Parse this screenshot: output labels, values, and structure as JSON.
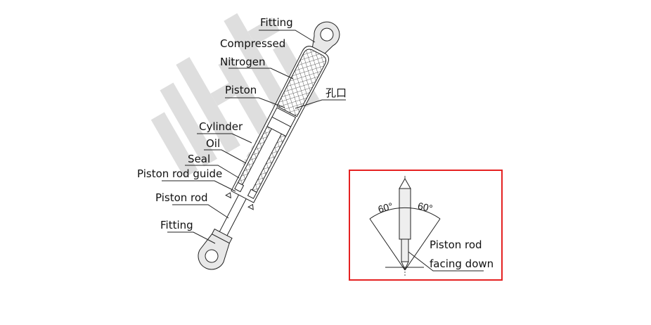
{
  "watermark": {
    "text": "UTOMATION",
    "color": "#c8c8c8"
  },
  "labels": {
    "fitting_top": "Fitting",
    "compressed": "Compressed",
    "nitrogen": "Nitrogen",
    "piston": "Piston",
    "orifice": "孔口",
    "cylinder": "Cylinder",
    "oil": "Oil",
    "seal": "Seal",
    "piston_rod_guide": "Piston rod guide",
    "piston_rod": "Piston rod",
    "fitting_bottom": "Fitting"
  },
  "inset": {
    "border_color": "#e52121",
    "angle_left": "60°",
    "angle_right": "60°",
    "caption_line1": "Piston rod",
    "caption_line2": "facing down"
  }
}
